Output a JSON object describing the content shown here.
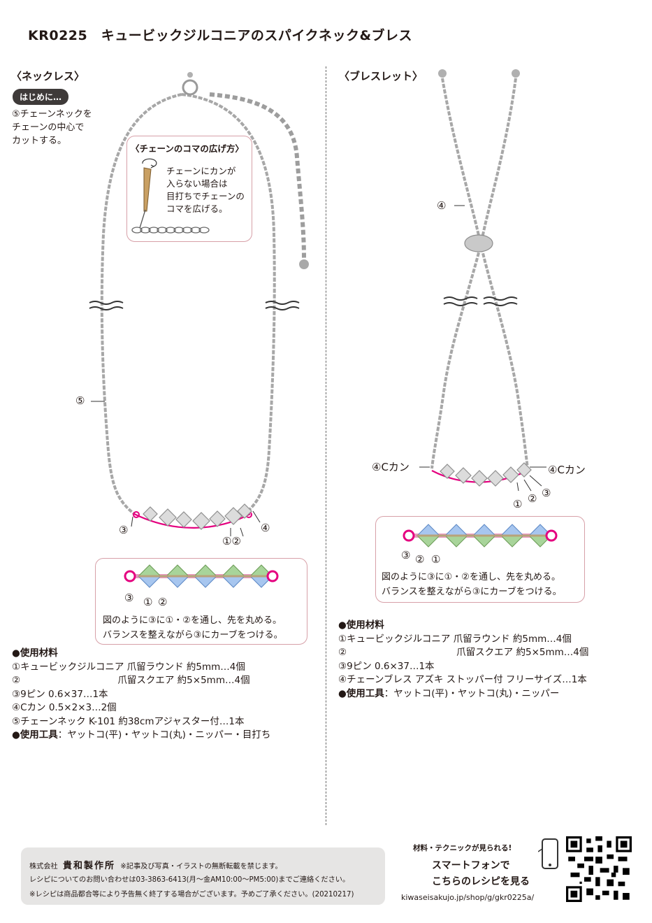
{
  "title": "KR0225　キュービックジルコニアのスパイクネック&ブレス",
  "necklace": {
    "heading": "〈ネックレス〉",
    "intro_badge": "はじめに…",
    "intro_lines": [
      "⑤チェーンネックを",
      "チェーンの中心で",
      "カットする。"
    ],
    "tip_title": "〈チェーンのコマの広げ方〉",
    "tip_lines": [
      "チェーンにカンが",
      "入らない場合は",
      "目打ちでチェーンの",
      "コマを広げる。"
    ],
    "labels": {
      "five": "⑤",
      "three": "③",
      "four": "④",
      "one_two": "①②"
    },
    "diagram_labels": {
      "three": "③",
      "one": "①",
      "two": "②"
    },
    "diagram_lines": [
      "図のように③に①・②を通し、先を丸める。",
      "バランスを整えながら③にカーブをつける。"
    ],
    "materials_title": "●使用材料",
    "materials": [
      "①キュービックジルコニア 爪留ラウンド 約5mm…4個",
      "②　　　　　　　　　　  爪留スクエア 約5×5mm…4個",
      "③9ピン 0.6×37…1本",
      "④Cカン 0.5×2×3…2個",
      "⑤チェーンネック K-101 約38cmアジャスター付…1本"
    ],
    "tools_title": "●使用工具",
    "tools": "：ヤットコ(平)・ヤットコ(丸)・ニッパー・目打ち"
  },
  "bracelet": {
    "heading": "〈ブレスレット〉",
    "labels": {
      "four": "④",
      "c_left": "④Cカン",
      "c_right": "④Cカン",
      "one": "①",
      "two": "②",
      "three": "③"
    },
    "diagram_labels": {
      "three": "③",
      "two": "②",
      "one": "①"
    },
    "diagram_lines": [
      "図のように③に①・②を通し、先を丸める。",
      "バランスを整えながら③にカーブをつける。"
    ],
    "materials_title": "●使用材料",
    "materials": [
      "①キュービックジルコニア 爪留ラウンド 約5mm…4個",
      "②　　　　　　　　　　  　  爪留スクエア 約5×5mm…4個",
      "③9ピン 0.6×37…1本",
      "④チェーンブレス アズキ ストッパー付 フリーサイズ…1本"
    ],
    "tools_title": "●使用工具",
    "tools": "：ヤットコ(平)・ヤットコ(丸)・ニッパー"
  },
  "footer": {
    "company_prefix": "株式会社",
    "company": "貴和製作所",
    "copyright": "※記事及び写真・イラストの無断転載を禁じます。",
    "contact": "レシピについてのお問い合わせは03-3863-6413(月〜金AM10:00〜PM5:00)までご連絡ください。",
    "notice": "※レシピは商品都合等により予告無く終了する場合がございます。予めご了承ください。(20210217)"
  },
  "mobile": {
    "bubble": "材料・テクニックが見られる!",
    "line1": "スマートフォンで",
    "line2": "こちらのレシピを見る",
    "url": "kiwaseisakujo.jp/shop/g/gkr0225a/"
  },
  "colors": {
    "accent_pink": "#e4007f",
    "box_border": "#d7a0a8",
    "footer_bg": "#e6e5e4"
  }
}
